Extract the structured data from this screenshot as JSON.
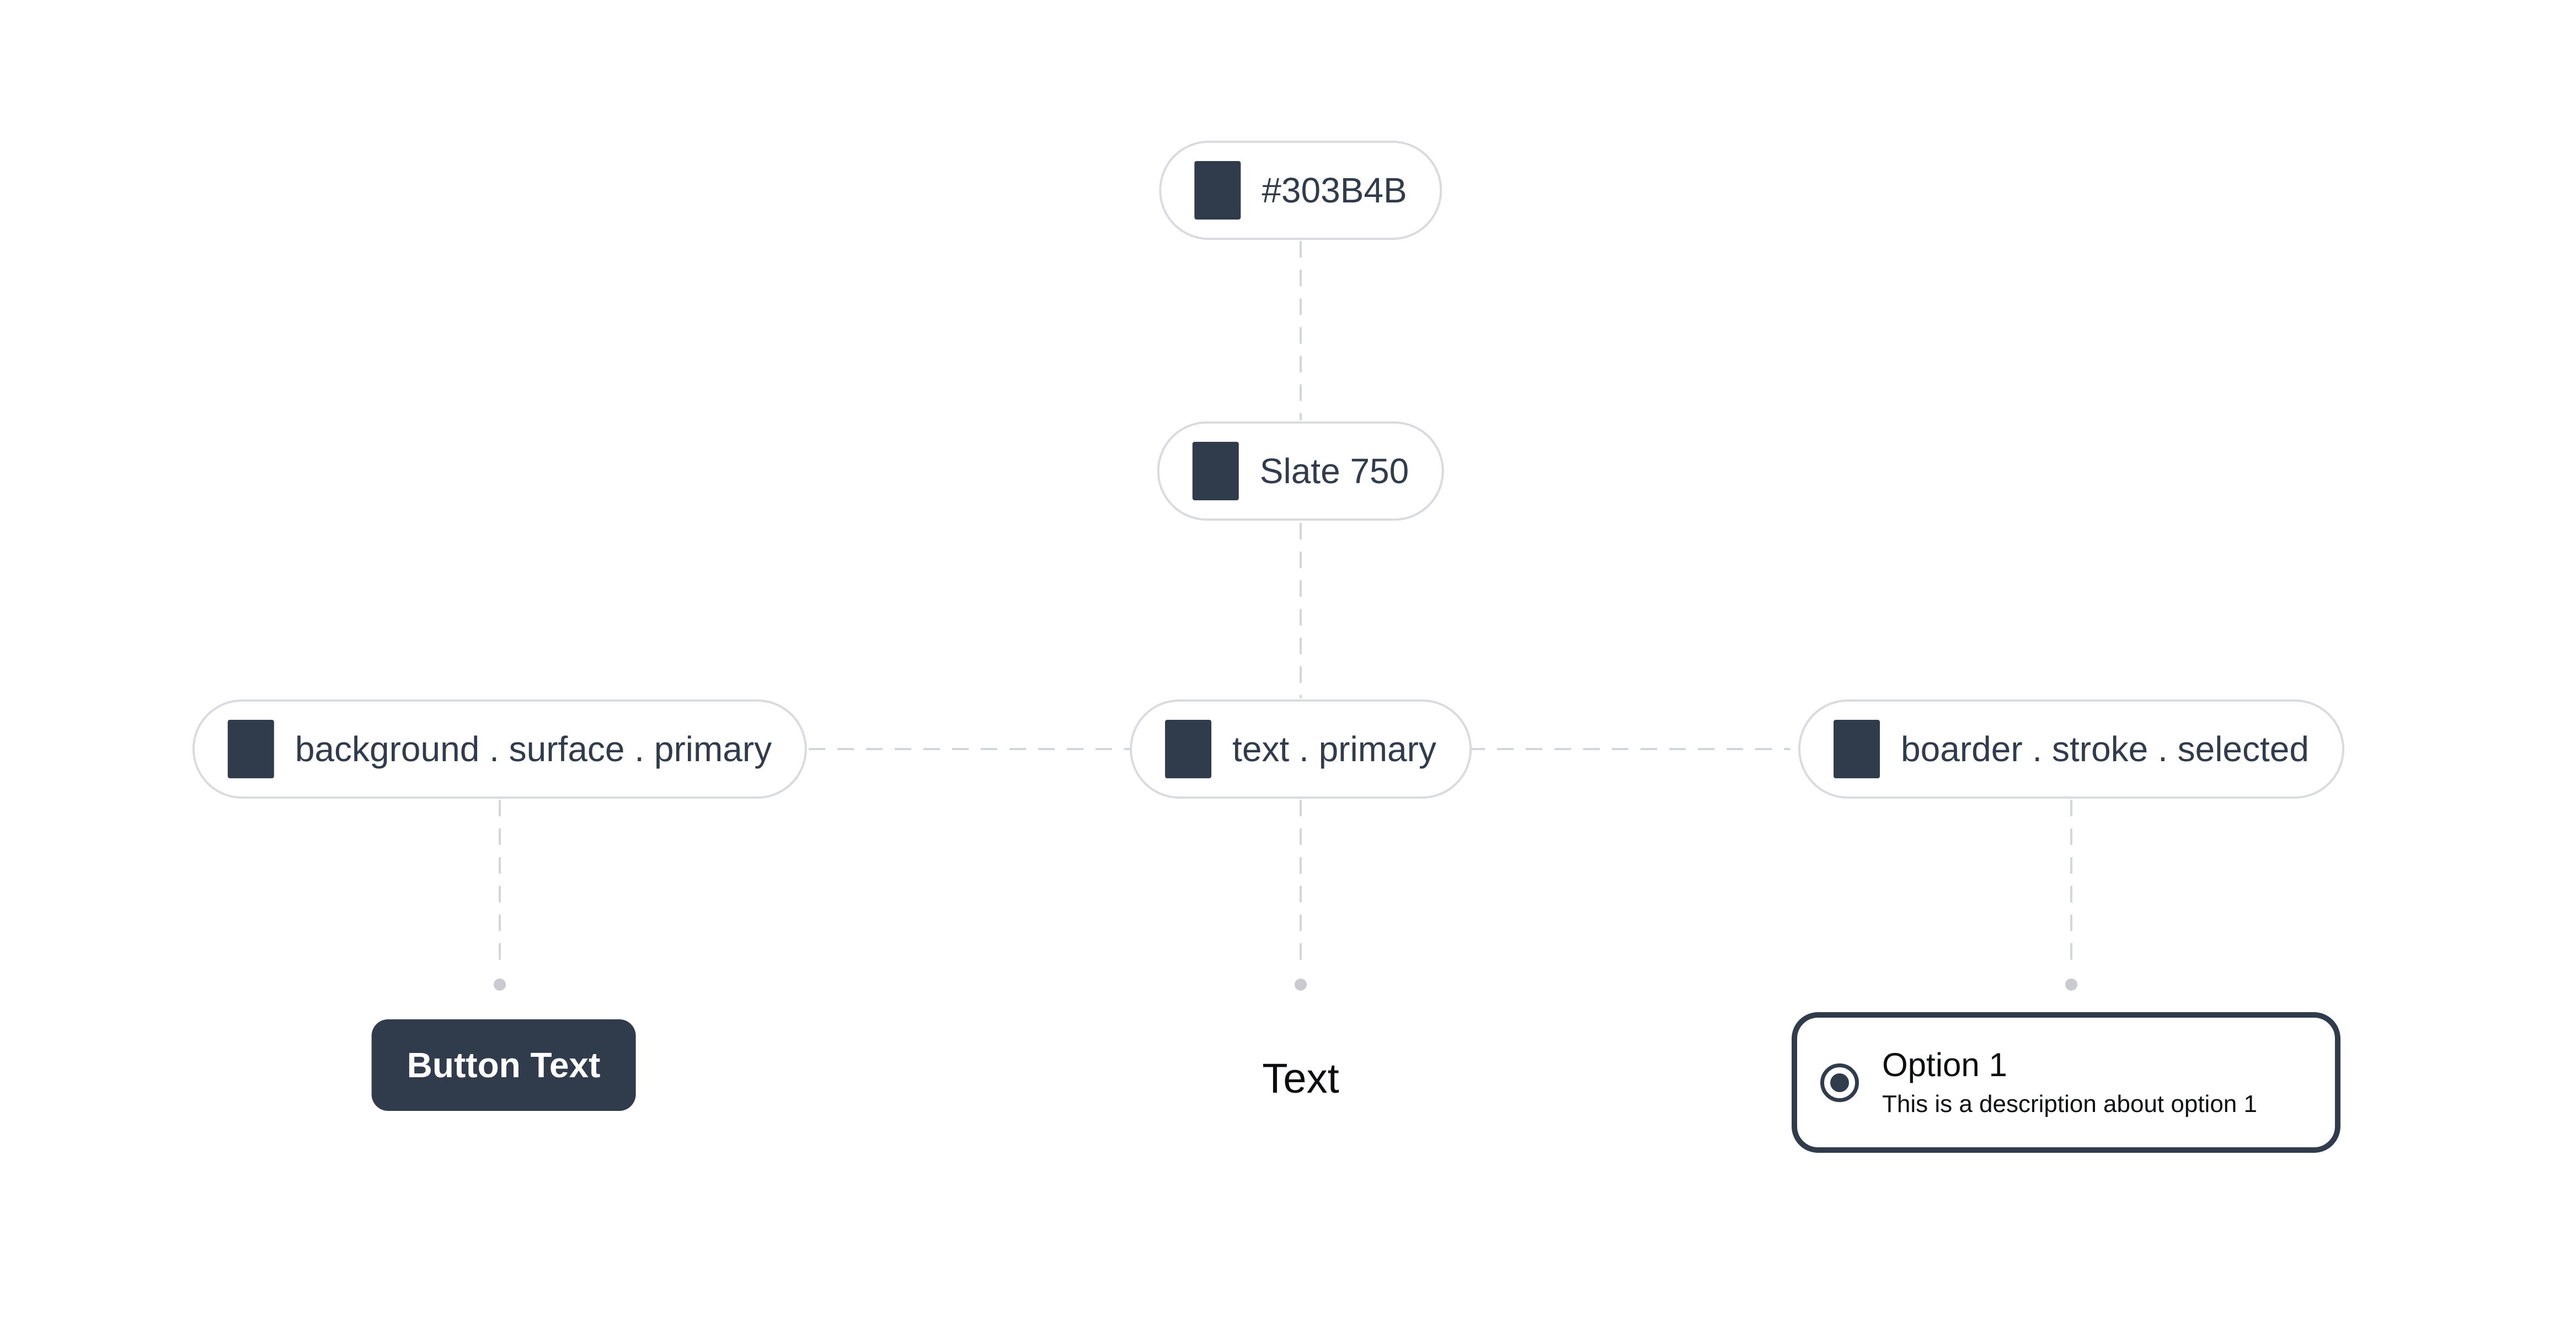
{
  "diagram": {
    "background_color": "#FFFFFF",
    "colors": {
      "slate": "#303B4B",
      "pill_border": "#D9DBDE",
      "pill_text": "#303B4B",
      "connector": "#D4D7DA",
      "connector_dot": "#C9CBD0",
      "sample_text": "#0B0D0F",
      "button_background": "#303B4B",
      "button_text": "#FFFFFF",
      "card_border": "#303B4B"
    },
    "nodes": {
      "hex": {
        "label": "#303B4B",
        "swatch_color": "#303B4B"
      },
      "alias": {
        "label": "Slate 750",
        "swatch_color": "#303B4B"
      },
      "background_token": {
        "label": "background . surface . primary",
        "swatch_color": "#303B4B"
      },
      "text_token": {
        "label": "text . primary",
        "swatch_color": "#303B4B"
      },
      "border_token": {
        "label": "boarder . stroke . selected",
        "swatch_color": "#303B4B"
      }
    },
    "samples": {
      "button": {
        "label": "Button Text"
      },
      "text": {
        "label": "Text"
      },
      "radio_option": {
        "title": "Option 1",
        "description": "This is a description about option 1",
        "selected": true
      }
    }
  }
}
